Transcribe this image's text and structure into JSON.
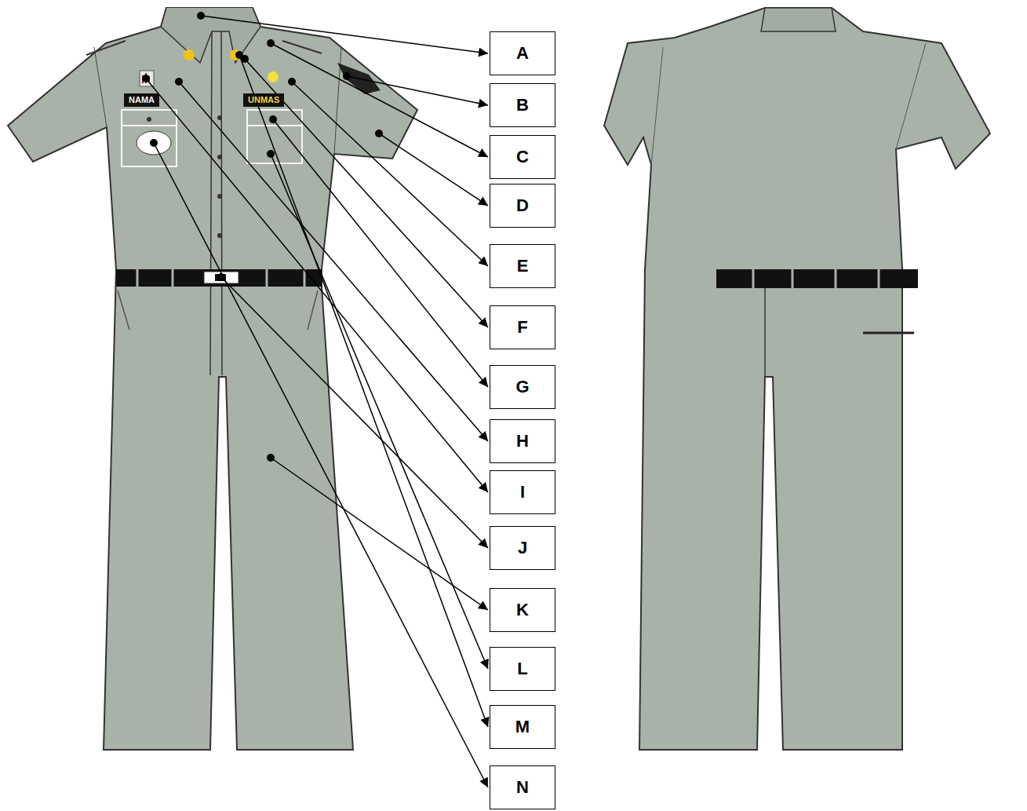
{
  "diagram": {
    "nodes": [
      {
        "text": [
          "A"
        ]
      },
      {
        "text": [
          "B"
        ]
      },
      {
        "text": [
          "C"
        ]
      },
      {
        "text": [
          "D"
        ]
      },
      {
        "text": [
          "E"
        ]
      },
      {
        "text": [
          "F"
        ]
      },
      {
        "text": [
          "G"
        ]
      },
      {
        "text": [
          "H"
        ]
      },
      {
        "text": [
          "I"
        ]
      },
      {
        "text": [
          "J"
        ]
      },
      {
        "text": [
          "K"
        ]
      },
      {
        "text": [
          "L"
        ]
      },
      {
        "text": [
          "M"
        ]
      },
      {
        "text": [
          "N"
        ]
      }
    ],
    "labels": [
      "NAMA",
      "UNMAS"
    ]
  }
}
